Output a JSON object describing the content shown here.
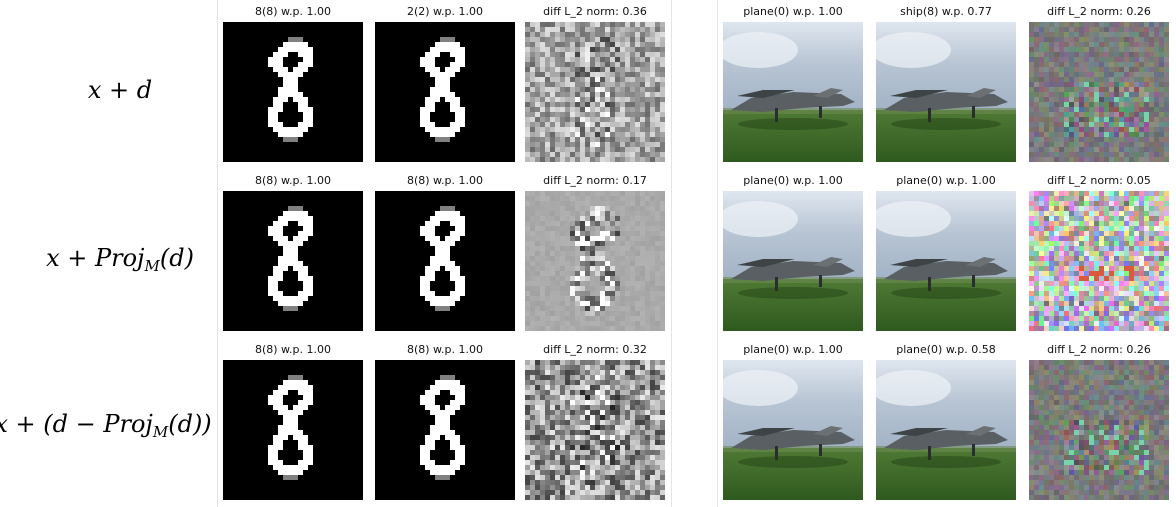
{
  "row_labels": [
    {
      "main": "x + d",
      "pre": "",
      "sub": "",
      "post": ""
    },
    {
      "main": "",
      "pre": "x + Proj",
      "sub": "M",
      "post": "(d)"
    },
    {
      "main": "",
      "pre": "x + (d − Proj",
      "sub": "M",
      "post": "(d))"
    }
  ],
  "mnist": [
    [
      {
        "caption": "8(8) w.p. 1.00"
      },
      {
        "caption": "2(2) w.p. 1.00"
      },
      {
        "caption": "diff L_2 norm: 0.36"
      }
    ],
    [
      {
        "caption": "8(8) w.p. 1.00"
      },
      {
        "caption": "8(8) w.p. 1.00"
      },
      {
        "caption": "diff L_2 norm: 0.17"
      }
    ],
    [
      {
        "caption": "8(8) w.p. 1.00"
      },
      {
        "caption": "8(8) w.p. 1.00"
      },
      {
        "caption": "diff L_2 norm: 0.32"
      }
    ]
  ],
  "cifar": [
    [
      {
        "caption": "plane(0) w.p. 1.00"
      },
      {
        "caption": "ship(8) w.p. 0.77"
      },
      {
        "caption": "diff L_2 norm: 0.26"
      }
    ],
    [
      {
        "caption": "plane(0) w.p. 1.00"
      },
      {
        "caption": "plane(0) w.p. 1.00"
      },
      {
        "caption": "diff L_2 norm: 0.05"
      }
    ],
    [
      {
        "caption": "plane(0) w.p. 1.00"
      },
      {
        "caption": "plane(0) w.p. 0.58"
      },
      {
        "caption": "diff L_2 norm: 0.26"
      }
    ]
  ]
}
